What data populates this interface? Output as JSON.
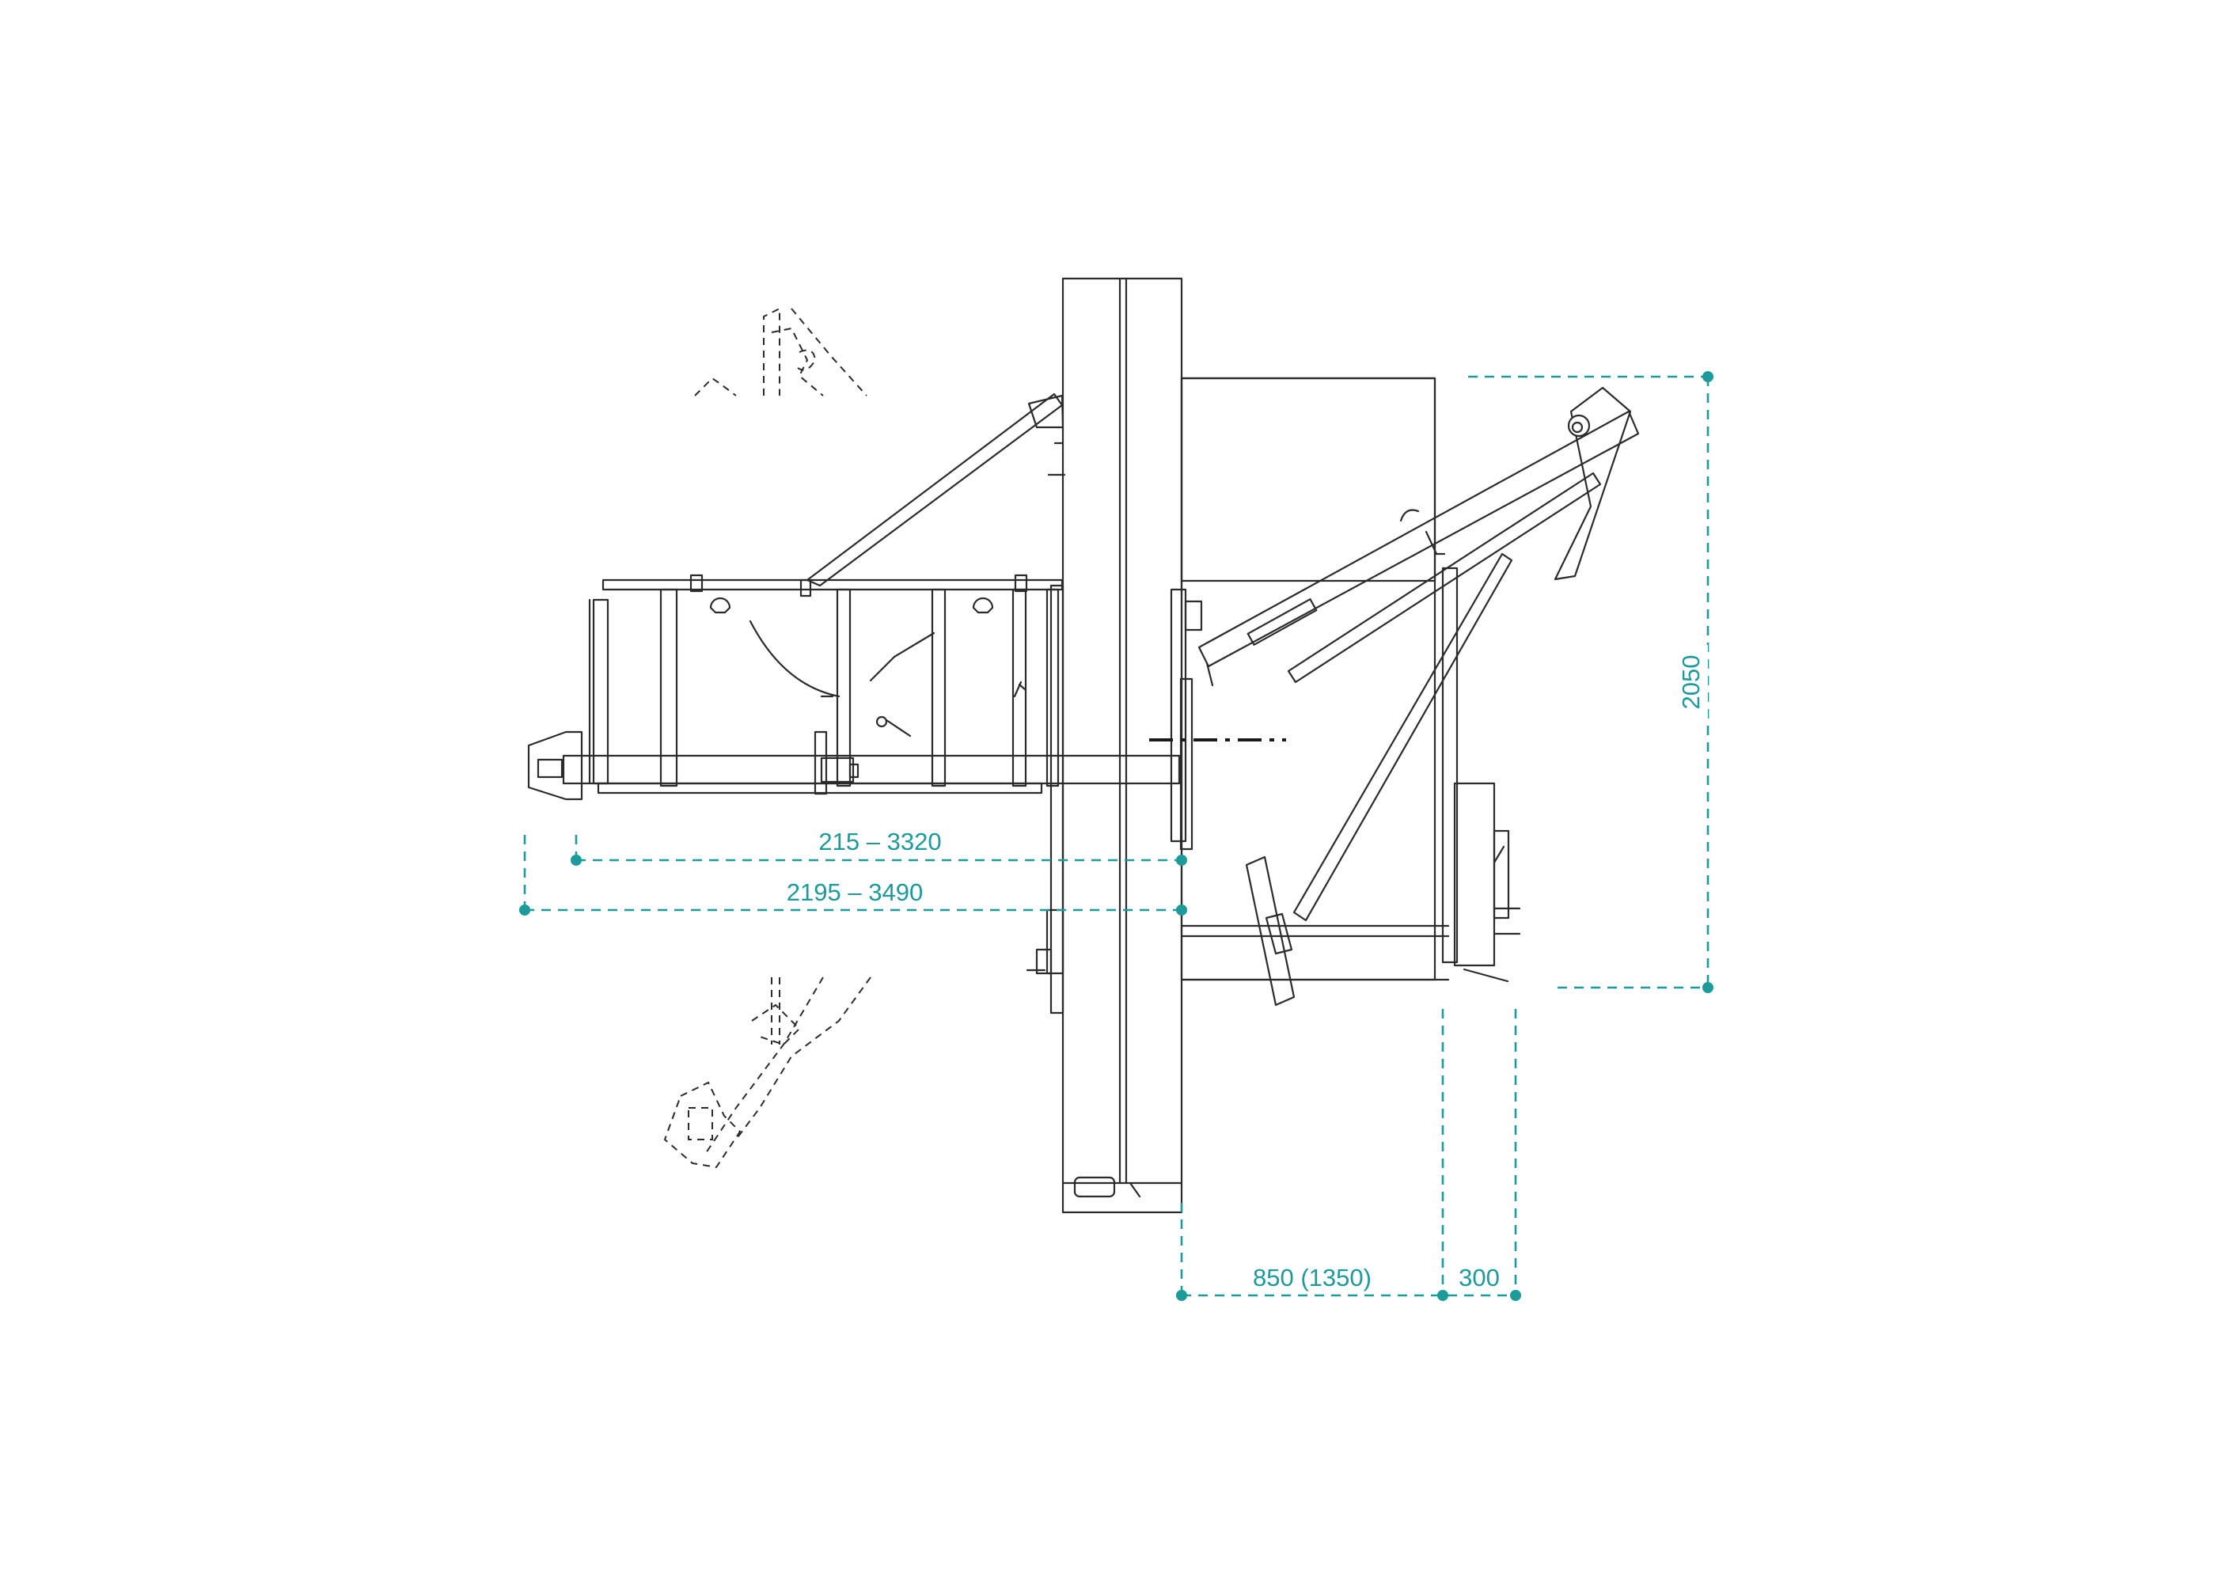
{
  "dimensions": {
    "width_min_max_1": "215 – 3320",
    "width_min_max_2": "2195 – 3490",
    "depth": "850 (1350)",
    "extra": "300",
    "height": "2050"
  },
  "colors": {
    "dimension": "#1d9a9a",
    "linework": "#2b2b2b"
  }
}
